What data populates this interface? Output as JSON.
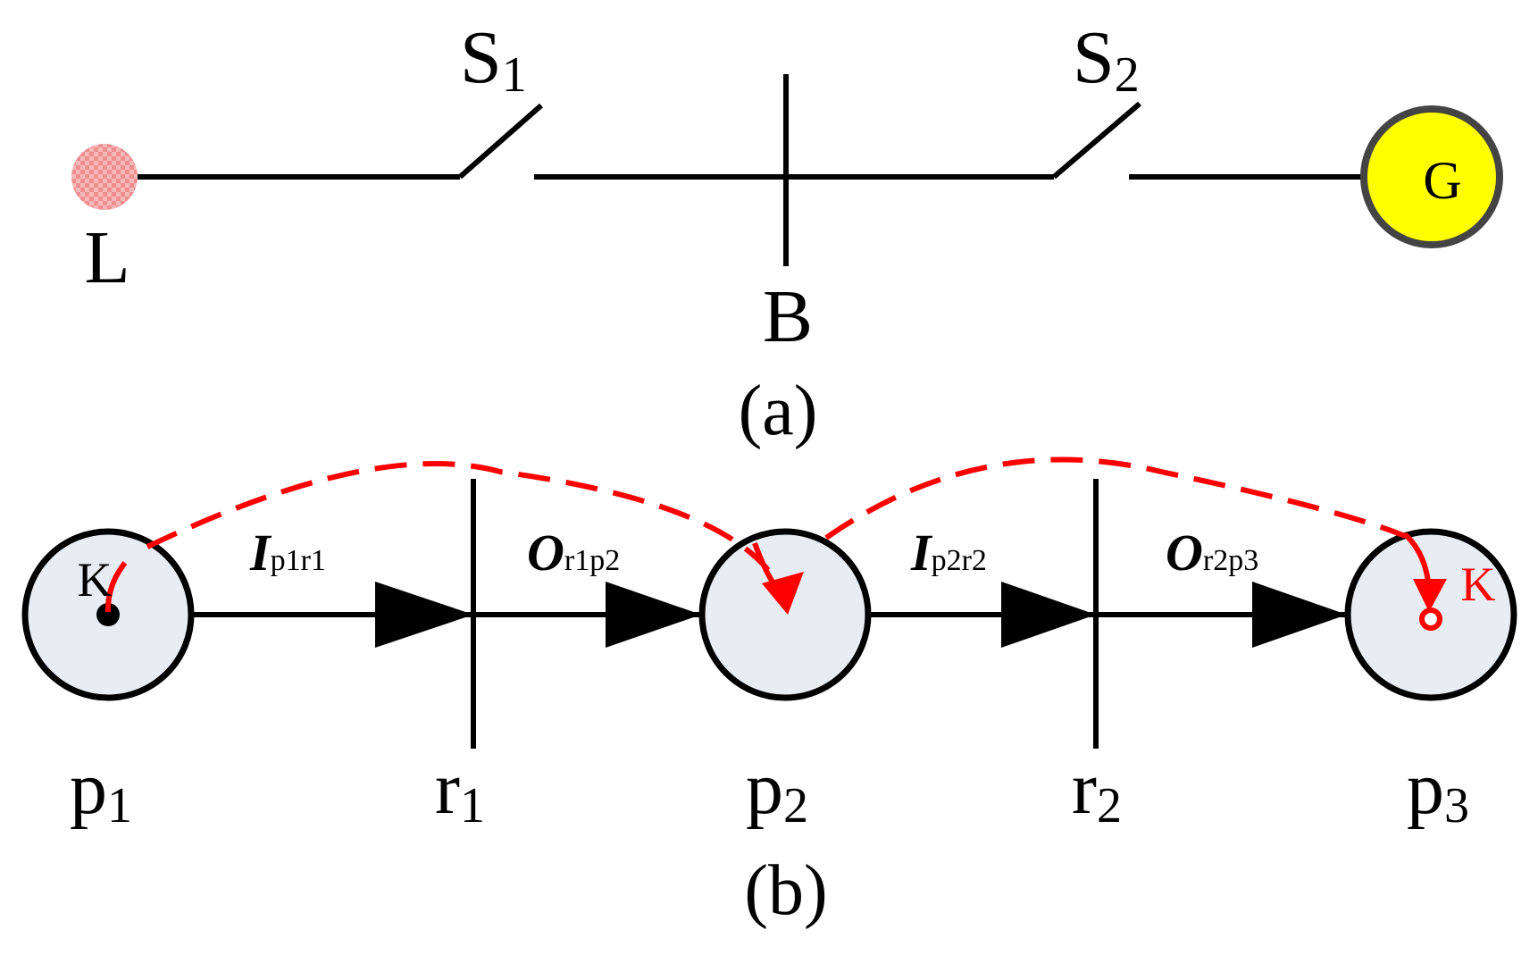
{
  "panel_a": {
    "caption": "(a)",
    "load_label": "L",
    "switch1": {
      "main": "S",
      "sub": "1"
    },
    "switch2": {
      "main": "S",
      "sub": "2"
    },
    "bus_label": "B",
    "generator_label": "G"
  },
  "panel_b": {
    "caption": "(b)",
    "places": [
      {
        "main": "p",
        "sub": "1"
      },
      {
        "main": "p",
        "sub": "2"
      },
      {
        "main": "p",
        "sub": "3"
      }
    ],
    "transitions": [
      {
        "main": "r",
        "sub": "1"
      },
      {
        "main": "r",
        "sub": "2"
      }
    ],
    "arcs": [
      {
        "main": "I",
        "sub": "p1r1"
      },
      {
        "main": "O",
        "sub": "r1p2"
      },
      {
        "main": "I",
        "sub": "p2r2"
      },
      {
        "main": "O",
        "sub": "r2p3"
      }
    ],
    "token_label_start": "K",
    "token_label_end": "K"
  },
  "colors": {
    "line": "#000000",
    "token_path": "#ff0000",
    "place_fill": "#e8edf4",
    "load_fill": "#f4a0a0",
    "generator_fill": "#ffff00",
    "generator_stroke": "#444444"
  }
}
